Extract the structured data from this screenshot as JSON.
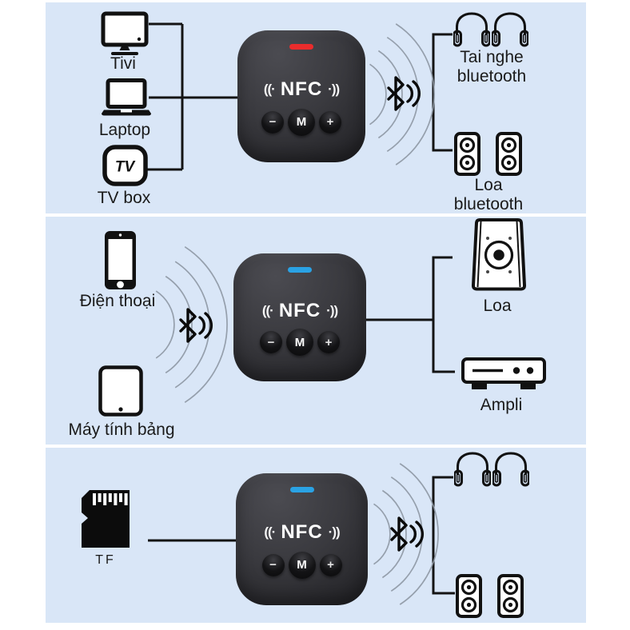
{
  "colors": {
    "page_bg": "#ffffff",
    "panel_bg": "#d9e6f7",
    "connector_line": "#141414",
    "signal_arc": "#8e98a4",
    "device_body_dark": "#26262a",
    "led_transmitter_red": "#ea2c2c",
    "led_receiver_blue": "#2aa2e4",
    "label_text": "#1a1a1a"
  },
  "device": {
    "nfc_left_mark": "((·",
    "nfc_label": "NFC",
    "nfc_right_mark": "·))",
    "button_minus": "−",
    "button_mode": "M",
    "button_plus": "+"
  },
  "panel_top": {
    "label_tivi": "Tivi",
    "label_laptop": "Laptop",
    "label_tvbox": "TV box",
    "tvbox_icon_text": "TV",
    "label_headphones_line1": "Tai nghe",
    "label_headphones_line2": "bluetooth",
    "label_speakers_line1": "Loa",
    "label_speakers_line2": "bluetooth"
  },
  "panel_middle": {
    "label_phone": "Điện thoại",
    "label_tablet": "Máy tính bảng",
    "label_speaker": "Loa",
    "label_amplifier": "Ampli"
  },
  "panel_bottom": {
    "label_tf": "TF"
  },
  "icons": [
    "tv-icon",
    "laptop-icon",
    "tvbox-icon",
    "headphones-icon",
    "speaker-icon",
    "phone-icon",
    "tablet-icon",
    "big-speaker-icon",
    "amplifier-icon",
    "tf-card-icon",
    "bluetooth-icon",
    "signal-waves-icon"
  ]
}
